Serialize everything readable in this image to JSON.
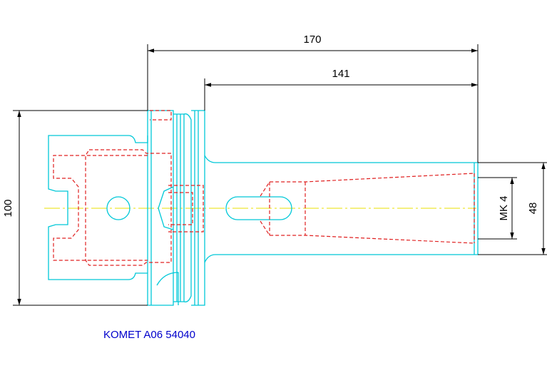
{
  "dimensions": {
    "overall_length": "170",
    "shank_length": "141",
    "flange_diameter": "100",
    "taper": "MK 4",
    "shank_diameter": "48"
  },
  "caption": "KOMET A06 54040",
  "colors": {
    "outline": "#00c8d8",
    "hidden": "#e02020",
    "dimension": "#000000",
    "centerline": "#e8e000",
    "caption": "#0000cc"
  }
}
